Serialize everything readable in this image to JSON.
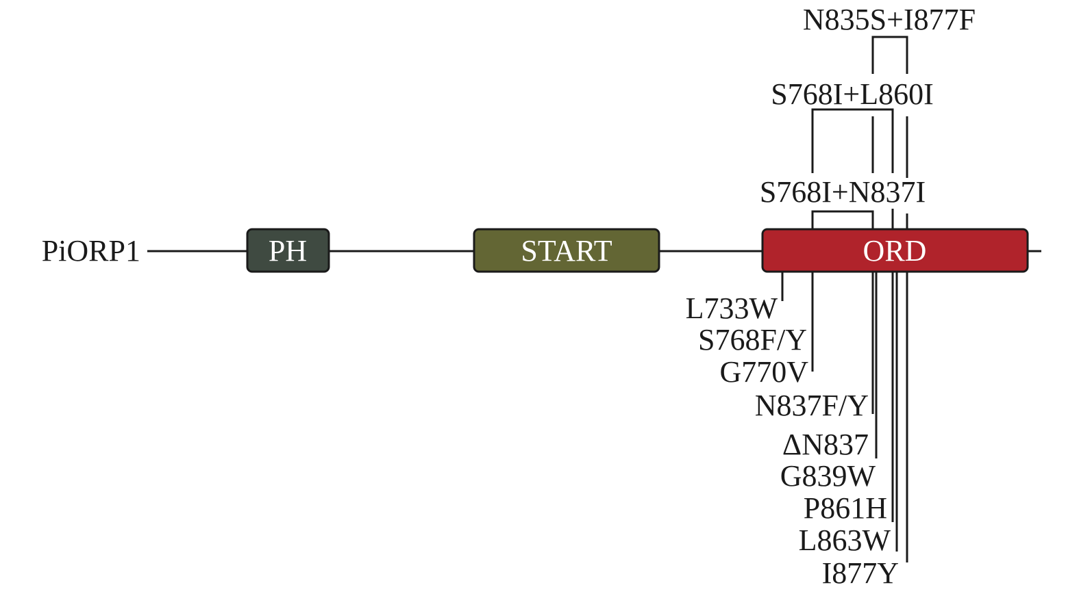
{
  "protein": {
    "name": "PiORP1"
  },
  "domains": [
    {
      "id": "ph",
      "label": "PH",
      "color": "#3f4a41"
    },
    {
      "id": "start",
      "label": "START",
      "color": "#636634"
    },
    {
      "id": "ord",
      "label": "ORD",
      "color": "#b0232b"
    }
  ],
  "combo_mutations": [
    {
      "id": "n835s-i877f",
      "label": "N835S+I877F"
    },
    {
      "id": "s768i-l860i",
      "label": "S768I+L860I"
    },
    {
      "id": "s768i-n837i",
      "label": "S768I+N837I"
    }
  ],
  "single_mutations": [
    {
      "id": "l733w",
      "label": "L733W"
    },
    {
      "id": "s768fy",
      "label": "S768F/Y"
    },
    {
      "id": "g770v",
      "label": "G770V"
    },
    {
      "id": "n837fy",
      "label": "N837F/Y"
    },
    {
      "id": "dn837",
      "label": "ΔN837"
    },
    {
      "id": "g839w",
      "label": "G839W"
    },
    {
      "id": "p861h",
      "label": "P861H"
    },
    {
      "id": "l863w",
      "label": "L863W"
    },
    {
      "id": "i877y",
      "label": "I877Y"
    }
  ]
}
